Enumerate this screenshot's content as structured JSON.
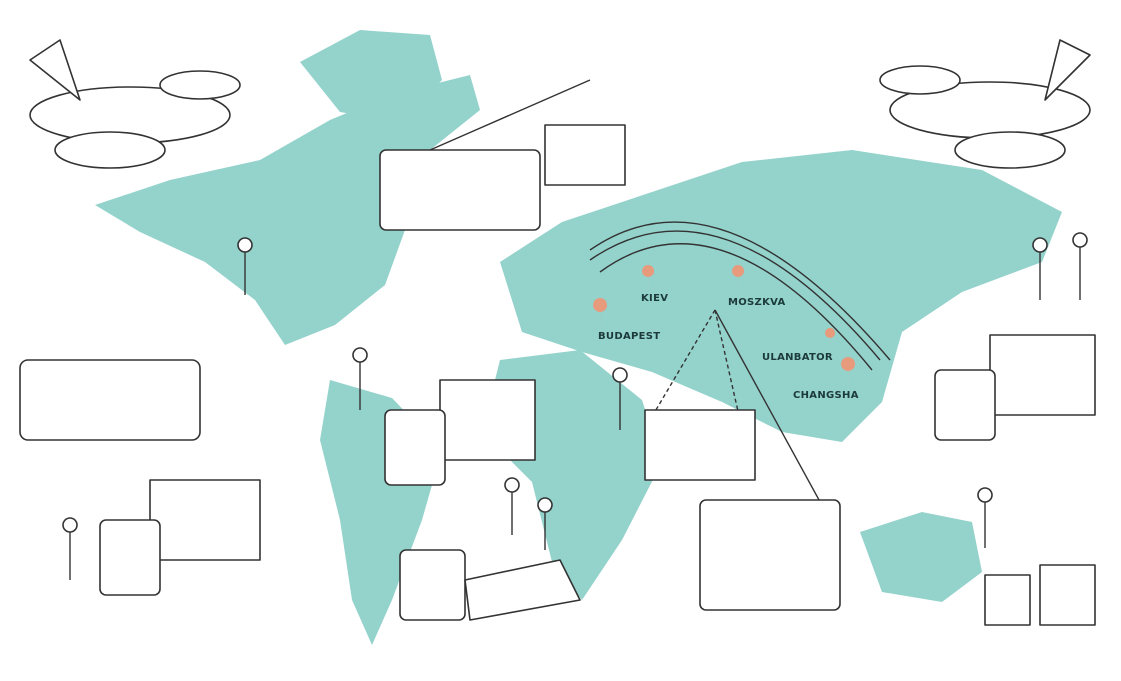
{
  "map": {
    "land_color": "#94d2cc",
    "pin_color": "#e89a7c",
    "cities": [
      {
        "name": "KIEV"
      },
      {
        "name": "MOSZKVA"
      },
      {
        "name": "BUDAPEST"
      },
      {
        "name": "ULANBATOR"
      },
      {
        "name": "CHANGSHA"
      }
    ]
  }
}
